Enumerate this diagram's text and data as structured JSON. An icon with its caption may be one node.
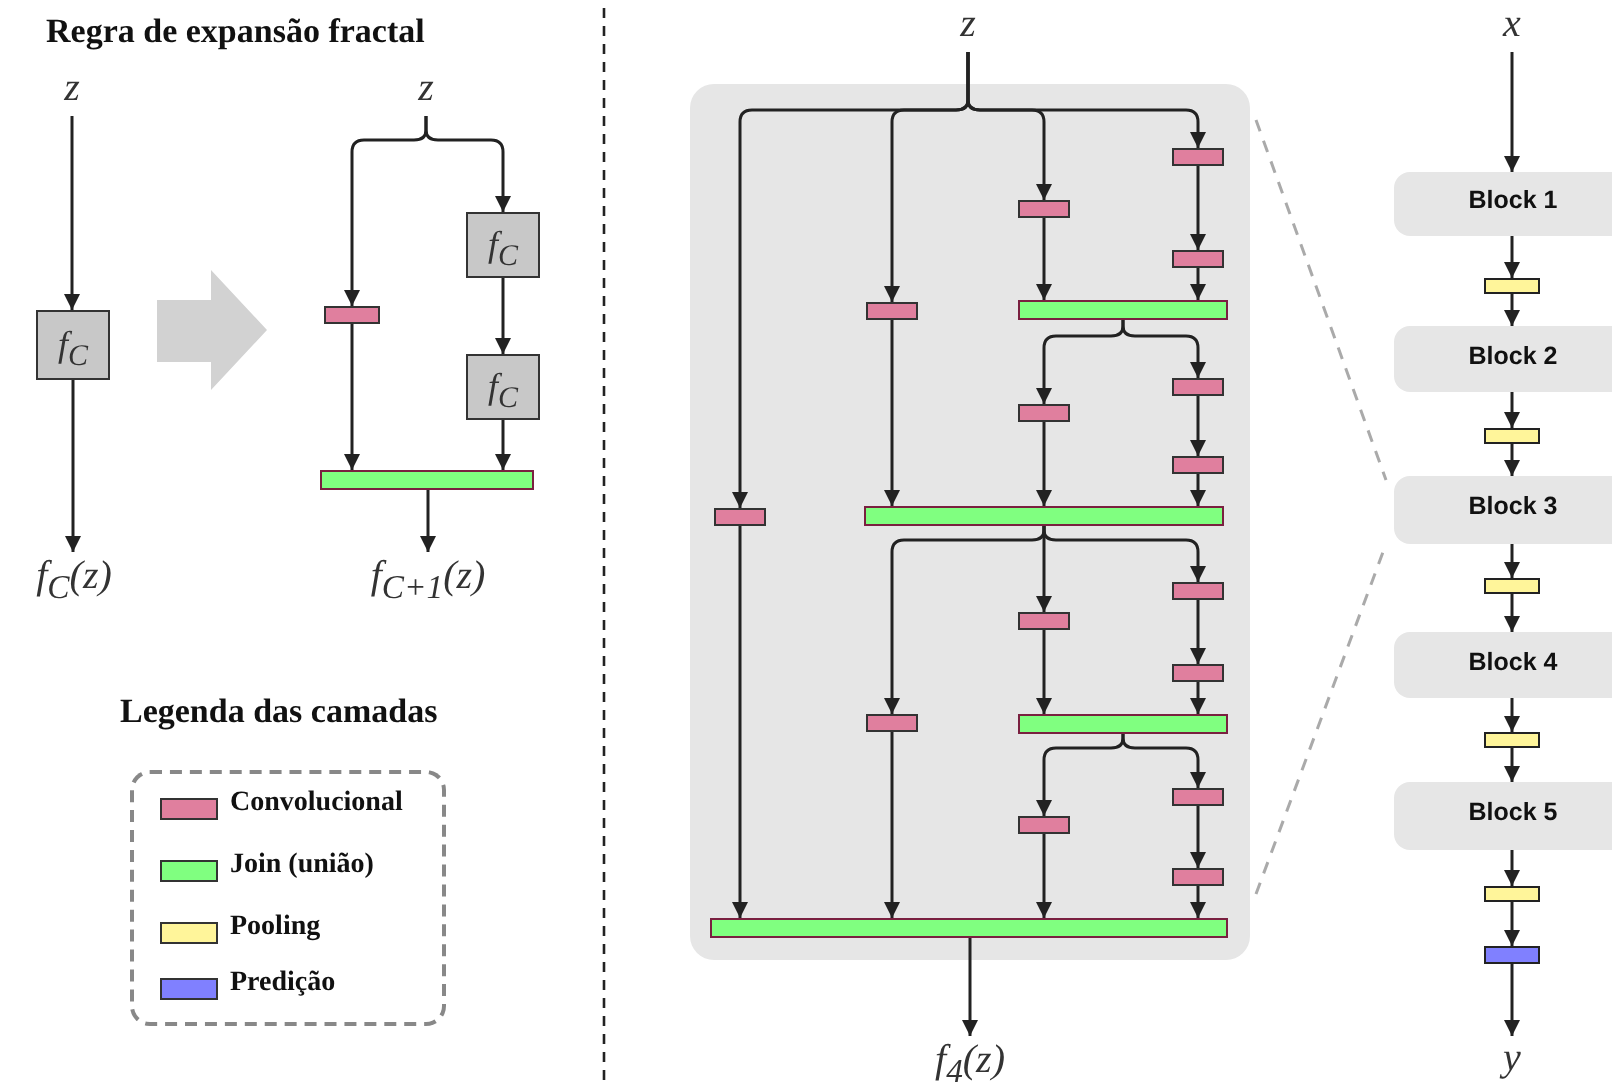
{
  "diagram": {
    "title": "Regra de expansão fractal",
    "nodes": [
      {
        "text": [
          "z"
        ]
      },
      {
        "text": [
          "f$_{C}$"
        ]
      },
      {
        "text": [
          "f$_{C}$(z)"
        ]
      },
      {
        "text": [
          "z"
        ]
      },
      {
        "text": [],
        "shape": "bar"
      },
      {
        "text": [
          "f$_{C}$"
        ]
      },
      {
        "text": [
          "f$_{C}$"
        ]
      },
      {
        "text": [],
        "shape": "bar"
      },
      {
        "text": [
          "f$_{C+1}$(z)"
        ]
      },
      {
        "text": [],
        "shape": "box"
      },
      {
        "text": [
          "z"
        ]
      },
      {
        "text": [],
        "shape": "bar",
        "in": 9
      },
      {
        "text": [],
        "shape": "bar",
        "in": 9
      },
      {
        "text": [],
        "shape": "bar",
        "in": 9
      },
      {
        "text": [],
        "shape": "bar",
        "in": 9
      },
      {
        "text": [],
        "shape": "bar",
        "in": 9
      },
      {
        "text": [],
        "shape": "bar",
        "in": 9
      },
      {
        "text": [],
        "shape": "bar",
        "in": 9
      },
      {
        "text": [],
        "shape": "bar",
        "in": 9
      },
      {
        "text": [],
        "shape": "bar",
        "in": 9
      },
      {
        "text": [],
        "shape": "bar",
        "in": 9
      },
      {
        "text": [],
        "shape": "bar",
        "in": 9
      },
      {
        "text": [],
        "shape": "bar",
        "in": 9
      },
      {
        "text": [],
        "shape": "bar",
        "in": 9
      },
      {
        "text": [],
        "shape": "bar",
        "in": 9
      },
      {
        "text": [],
        "shape": "bar",
        "in": 9
      },
      {
        "text": [],
        "shape": "bar",
        "in": 9
      },
      {
        "text": [],
        "shape": "bar",
        "in": 9
      },
      {
        "text": [],
        "shape": "bar",
        "in": 9
      },
      {
        "text": [],
        "shape": "bar",
        "in": 9
      },
      {
        "text": [
          "f$_{4}$(z)"
        ]
      },
      {
        "text": [
          "x"
        ]
      },
      {
        "text": [
          "Block 1"
        ]
      },
      {
        "text": [],
        "shape": "bar"
      },
      {
        "text": [
          "Block 2"
        ]
      },
      {
        "text": [],
        "shape": "bar"
      },
      {
        "text": [
          "Block 3"
        ]
      },
      {
        "text": [],
        "shape": "bar"
      },
      {
        "text": [
          "Block 4"
        ]
      },
      {
        "text": [],
        "shape": "bar"
      },
      {
        "text": [
          "Block 5"
        ]
      },
      {
        "text": [],
        "shape": "bar"
      },
      {
        "text": [],
        "shape": "bar"
      },
      {
        "text": [
          "y"
        ]
      }
    ],
    "edges": [
      {
        "from": 0,
        "to": 1,
        "arrow": "to"
      },
      {
        "from": 1,
        "to": 4,
        "arrow": "to",
        "style": "thick",
        "color": "#d2d2d2"
      },
      {
        "from": 1,
        "to": 2,
        "arrow": "to"
      },
      {
        "from": 3,
        "to": 4,
        "arrow": "to"
      },
      {
        "from": 3,
        "to": 5,
        "arrow": "to"
      },
      {
        "from": 5,
        "to": 6,
        "arrow": "to"
      },
      {
        "from": 4,
        "to": 7,
        "arrow": "to"
      },
      {
        "from": 6,
        "to": 7,
        "arrow": "to"
      },
      {
        "from": 7,
        "to": 8,
        "arrow": "to"
      },
      {
        "from": 10,
        "to": 19,
        "arrow": "to"
      },
      {
        "from": 10,
        "to": 14,
        "arrow": "to"
      },
      {
        "from": 10,
        "to": 12,
        "arrow": "to"
      },
      {
        "from": 10,
        "to": 11,
        "arrow": "to"
      },
      {
        "from": 11,
        "to": 13,
        "arrow": "to"
      },
      {
        "from": 13,
        "to": 15,
        "arrow": "to"
      },
      {
        "from": 12,
        "to": 15,
        "arrow": "to"
      },
      {
        "from": 15,
        "to": 17,
        "arrow": "to"
      },
      {
        "from": 15,
        "to": 16,
        "arrow": "to"
      },
      {
        "from": 16,
        "to": 18,
        "arrow": "to"
      },
      {
        "from": 18,
        "to": 20,
        "arrow": "to"
      },
      {
        "from": 17,
        "to": 20,
        "arrow": "to"
      },
      {
        "from": 14,
        "to": 20,
        "arrow": "to"
      },
      {
        "from": 20,
        "to": 24,
        "arrow": "to"
      },
      {
        "from": 20,
        "to": 22,
        "arrow": "to"
      },
      {
        "from": 20,
        "to": 21,
        "arrow": "to"
      },
      {
        "from": 21,
        "to": 23,
        "arrow": "to"
      },
      {
        "from": 23,
        "to": 25,
        "arrow": "to"
      },
      {
        "from": 22,
        "to": 25,
        "arrow": "to"
      },
      {
        "from": 25,
        "to": 27,
        "arrow": "to"
      },
      {
        "from": 25,
        "to": 26,
        "arrow": "to"
      },
      {
        "from": 26,
        "to": 28,
        "arrow": "to"
      },
      {
        "from": 28,
        "to": 29,
        "arrow": "to"
      },
      {
        "from": 27,
        "to": 29,
        "arrow": "to"
      },
      {
        "from": 24,
        "to": 29,
        "arrow": "to"
      },
      {
        "from": 19,
        "to": 29,
        "arrow": "to"
      },
      {
        "from": 29,
        "to": 30,
        "arrow": "to"
      },
      {
        "from": 31,
        "to": 32,
        "arrow": "to"
      },
      {
        "from": 32,
        "to": 33,
        "arrow": "to"
      },
      {
        "from": 33,
        "to": 34,
        "arrow": "to"
      },
      {
        "from": 34,
        "to": 35,
        "arrow": "to"
      },
      {
        "from": 35,
        "to": 36,
        "arrow": "to"
      },
      {
        "from": 36,
        "to": 37,
        "arrow": "to"
      },
      {
        "from": 37,
        "to": 38,
        "arrow": "to"
      },
      {
        "from": 38,
        "to": 39,
        "arrow": "to"
      },
      {
        "from": 39,
        "to": 40,
        "arrow": "to"
      },
      {
        "from": 40,
        "to": 41,
        "arrow": "to"
      },
      {
        "from": 41,
        "to": 42,
        "arrow": "to"
      },
      {
        "from": 42,
        "to": 43,
        "arrow": "to"
      },
      {
        "from": 9,
        "to": 36,
        "arrow": "none",
        "style": "dashed",
        "color": "#aaaaaa"
      },
      {
        "from": 9,
        "to": 36,
        "arrow": "none",
        "style": "dashed",
        "color": "#aaaaaa"
      }
    ],
    "labels": [
      "Legenda das camadas"
    ],
    "legend": [
      {
        "text": "Convolucional",
        "color": "#e07f9e"
      },
      {
        "text": "Join (união)",
        "color": "#80ff80"
      },
      {
        "text": "Pooling",
        "color": "#fff59a"
      },
      {
        "text": "Predição",
        "color": "#8080ff"
      }
    ]
  }
}
